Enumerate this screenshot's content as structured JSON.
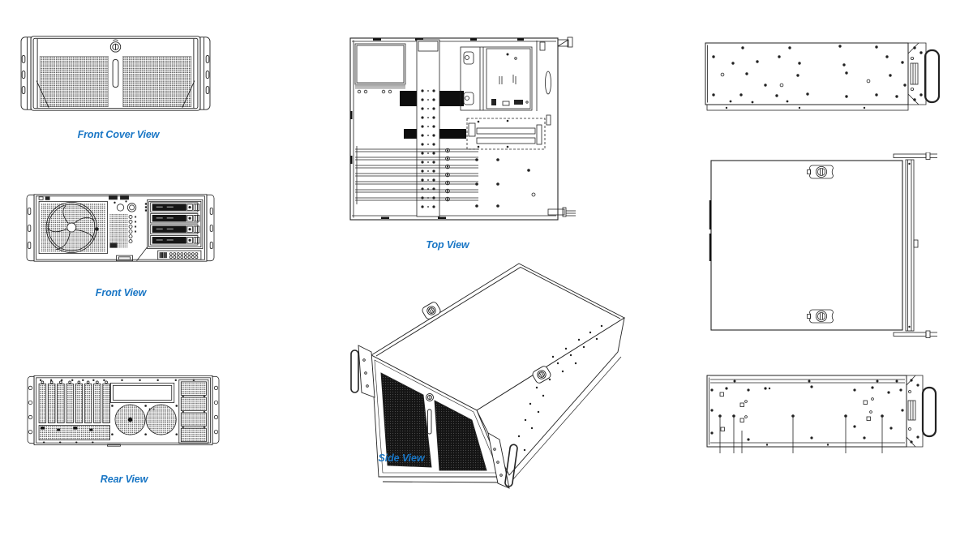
{
  "accent_color": "#1976c5",
  "line_color": "#222222",
  "views": {
    "front_cover": {
      "label": "Front Cover View"
    },
    "front": {
      "label": "Front View"
    },
    "rear": {
      "label": "Rear View"
    },
    "top": {
      "label": "Top View"
    },
    "side": {
      "label": "Side View"
    }
  }
}
